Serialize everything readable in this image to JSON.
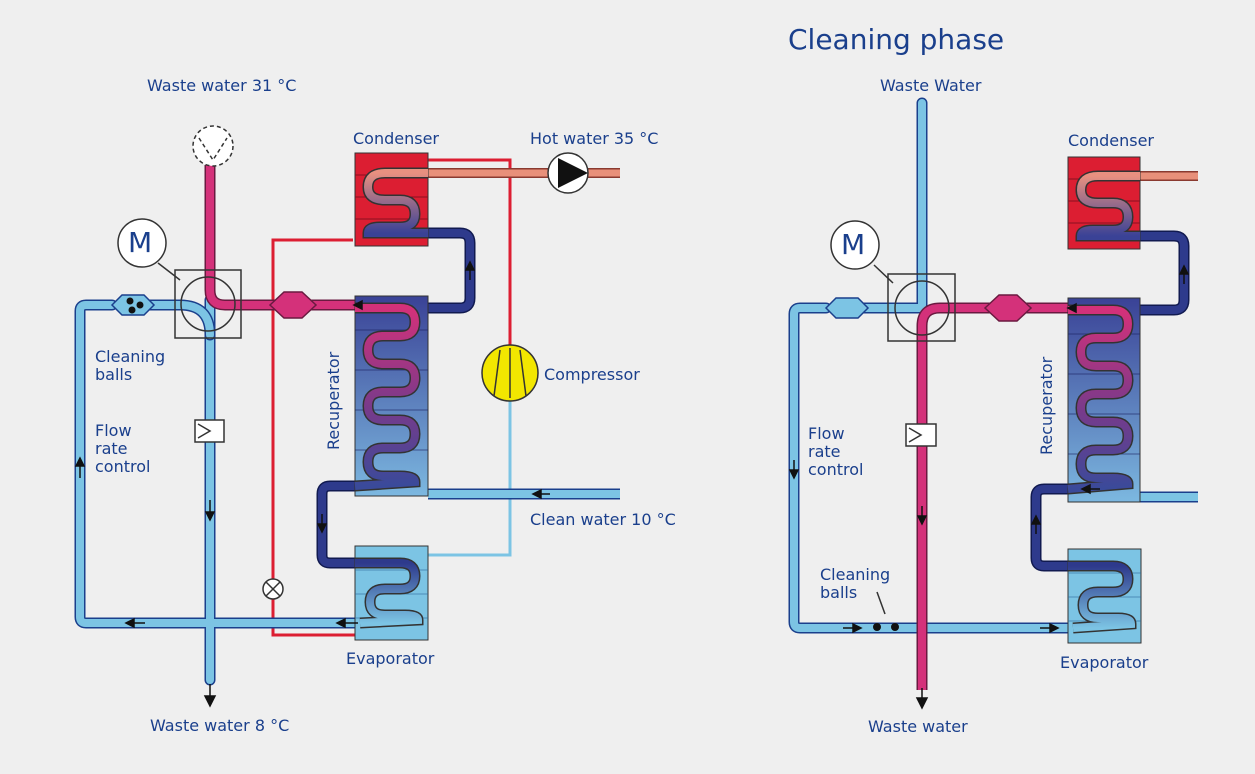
{
  "left": {
    "waste_in": "Waste water 31 °C",
    "condenser": "Condenser",
    "hot_water": "Hot water 35 °C",
    "motor": "M",
    "cleaning_balls": [
      "Cleaning",
      "balls"
    ],
    "flow_rate": [
      "Flow",
      "rate",
      "control"
    ],
    "recuperator": "Recuperator",
    "compressor": "Compressor",
    "clean_water": "Clean water 10 °C",
    "evaporator": "Evaporator",
    "waste_out": "Waste water 8 °C"
  },
  "right": {
    "title": "Cleaning phase",
    "waste_in": "Waste Water",
    "condenser": "Condenser",
    "motor": "M",
    "flow_rate": [
      "Flow",
      "rate",
      "control"
    ],
    "recuperator": "Recuperator",
    "cleaning_balls": [
      "Cleaning",
      "balls"
    ],
    "evaporator": "Evaporator",
    "waste_out": "Waste water"
  },
  "colors": {
    "hot_pink": "#d4317a",
    "light_blue": "#7cc4e4",
    "dark_blue": "#2e3a8c",
    "red": "#dc1e32",
    "salmon": "#e8907a",
    "yellow": "#f2e600",
    "text": "#1a3f8c"
  }
}
